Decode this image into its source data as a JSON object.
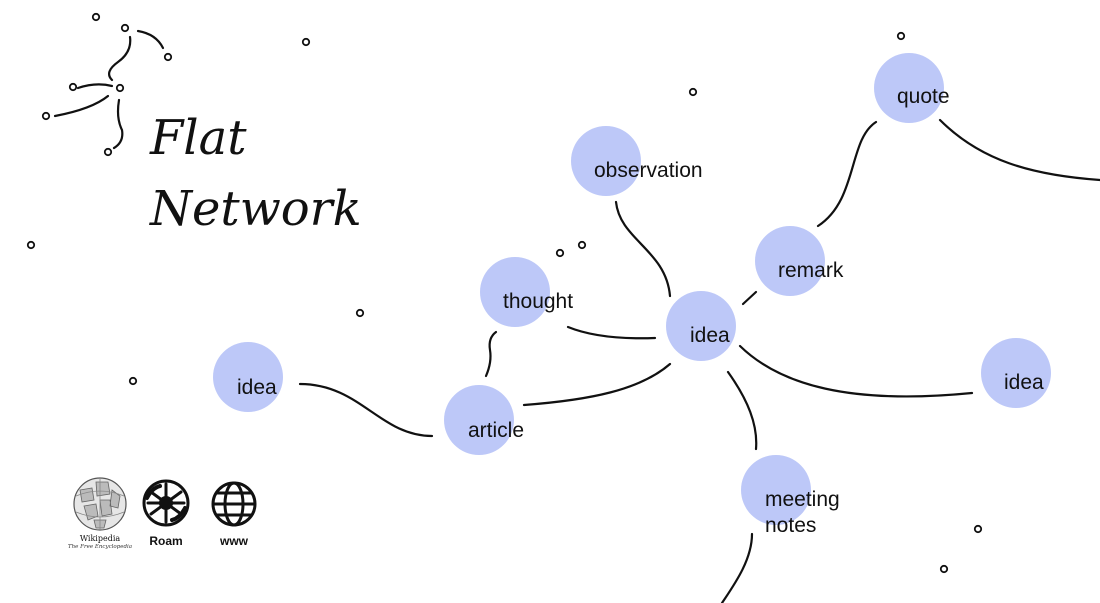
{
  "title": {
    "line1": "Flat",
    "line2": "Network"
  },
  "nodes": [
    {
      "id": "idea-left",
      "label": "idea"
    },
    {
      "id": "article",
      "label": "article"
    },
    {
      "id": "thought",
      "label": "thought"
    },
    {
      "id": "observation",
      "label": "observation"
    },
    {
      "id": "idea-center",
      "label": "idea"
    },
    {
      "id": "remark",
      "label": "remark"
    },
    {
      "id": "quote",
      "label": "quote"
    },
    {
      "id": "idea-right",
      "label": "idea"
    },
    {
      "id": "meeting-notes",
      "label": [
        "meeting",
        "notes"
      ]
    }
  ],
  "sources": {
    "wikipedia": {
      "label": "Wikipedia",
      "sub": "The Free Encyclopedia"
    },
    "roam": {
      "label": "Roam"
    },
    "www": {
      "label": "www"
    }
  },
  "colors": {
    "node_fill": "#bdc8f8",
    "ink": "#111111",
    "background": "#ffffff"
  },
  "icons": [
    "logo-constellation-icon",
    "wikipedia-globe-icon",
    "roam-logo-icon",
    "globe-icon"
  ]
}
